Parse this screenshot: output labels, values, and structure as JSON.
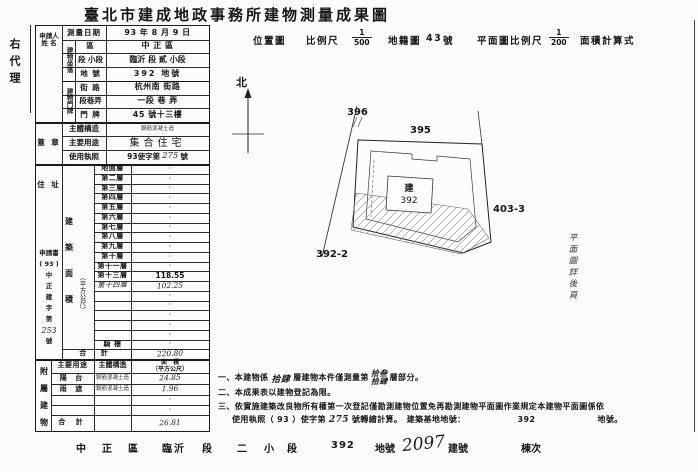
{
  "title": "臺北市建成地政事務所建物測量成果圖",
  "margin_label": "右代理",
  "scale_header": {
    "location_map": "位置圖",
    "scale_label": "比例尺",
    "scale1_num": "1",
    "scale1_den": "500",
    "cadastral_label": "地籍圖",
    "cadastral_no": "43",
    "cadastral_unit": "號",
    "plan_scale_label": "平面圖比例尺",
    "scale2_num": "1",
    "scale2_den": "200",
    "area_formula_label": "面積計算式"
  },
  "form": {
    "applicant_line1": "申請人",
    "applicant_line2": "姓 名",
    "survey_date_label": "測量日期",
    "survey_date_value": "93 年 8 月 9 日",
    "site_group": "建物坐落",
    "district_label": "區",
    "district_value": "中 正 區",
    "section_label": "段 小段",
    "section_value": "臨沂 段 貳 小段",
    "lot_label": "地 號",
    "lot_value": "392 地號",
    "door_group": "建物門牌",
    "street_label": "街 路",
    "street_value": "杭州南 街路",
    "lane_label": "段巷弄",
    "lane_value": "一段 巷 弄",
    "door_label": "門 牌",
    "door_value": "45 號十三樓",
    "seal_label": "蓋 章",
    "structure_label": "主體構造",
    "structure_value": "鋼筋混凝土造",
    "use_label": "主要用途",
    "use_value": "集合住宅",
    "license_label": "使用執照",
    "license_prefix": "93使字第",
    "license_no": "275",
    "license_suffix": "號",
    "address_label": "住 址",
    "area_group": {
      "c0": "建",
      "c1": "築",
      "c2": "面",
      "c3": "積"
    },
    "area_unit": "（平方公尺）",
    "app_lines": [
      "申請書",
      "( 93 )",
      "中",
      "正",
      "建",
      "字",
      "第",
      "253",
      "號"
    ],
    "floors": [
      {
        "label": "地面層",
        "value": "·"
      },
      {
        "label": "第二層",
        "value": "·"
      },
      {
        "label": "第三層",
        "value": "·"
      },
      {
        "label": "第四層",
        "value": "·"
      },
      {
        "label": "第五層",
        "value": "·"
      },
      {
        "label": "第六層",
        "value": "·"
      },
      {
        "label": "第七層",
        "value": "·"
      },
      {
        "label": "第八層",
        "value": "·"
      },
      {
        "label": "第九層",
        "value": "·"
      },
      {
        "label": "第十層",
        "value": "·"
      },
      {
        "label": "第十一層",
        "value": "·"
      },
      {
        "label": "第十三層",
        "value": "118.55"
      },
      {
        "label": "第十四層",
        "value": "102.25"
      },
      {
        "label": "",
        "value": "·"
      },
      {
        "label": "",
        "value": "·"
      },
      {
        "label": "",
        "value": "·"
      },
      {
        "label": "",
        "value": "·"
      },
      {
        "label": "",
        "value": "·"
      },
      {
        "label": "騎 樓",
        "value": "·"
      },
      {
        "label": "合 計",
        "value": "220.80"
      }
    ]
  },
  "attachment": {
    "group": {
      "c0": "附",
      "c1": "屬",
      "c2": "建",
      "c3": "物"
    },
    "col_use": "主要用途",
    "col_structure": "主體構造",
    "col_area_1": "面　積",
    "col_area_2": "（平方公尺）",
    "rows": [
      {
        "use": "陽 台",
        "structure": "鋼筋混凝土造",
        "area": "24.85"
      },
      {
        "use": "雨 遮",
        "structure": "鋼筋混凝土造",
        "area": "1.96"
      },
      {
        "use": "",
        "structure": "",
        "area": "·"
      },
      {
        "use": "",
        "structure": "",
        "area": "·"
      }
    ],
    "total_label": "合 計",
    "total_value": "26.81"
  },
  "map": {
    "north_label": "北",
    "parcel_396": "396",
    "parcel_395": "395",
    "parcel_392_2": "392-2",
    "parcel_403_3": "403-3",
    "building_char": "建",
    "building_no": "392",
    "side_note": "平面圖詳後頁"
  },
  "notes": {
    "n1_pre": "一、本建物係",
    "n1_hw1": "拾肆",
    "n1_mid": "層建物本件僅測量第",
    "n1_hw2a": "拾叁",
    "n1_hw2b": "拾肆",
    "n1_post": "層部分。",
    "n2": "二、本成果表以建物登記為限。",
    "n3_line1": "三、依實施建築改良物所有權第一次登記僅勘測建物位置免再勘測建物平面圖作業規定本建物平面圖係依",
    "n3_pre": "使用執照（ 93 ）使字第",
    "n3_hw": "275",
    "n3_mid": "號轉繪計算。　建築基地地號：",
    "n3_lot": "392",
    "n3_suffix": "地號。"
  },
  "footer": {
    "parts": [
      "中",
      "正",
      "區",
      "臨沂",
      "段",
      "二",
      "小",
      "段",
      "392",
      "地號",
      "建號",
      "棟次"
    ],
    "hw_building_no": "2097"
  }
}
